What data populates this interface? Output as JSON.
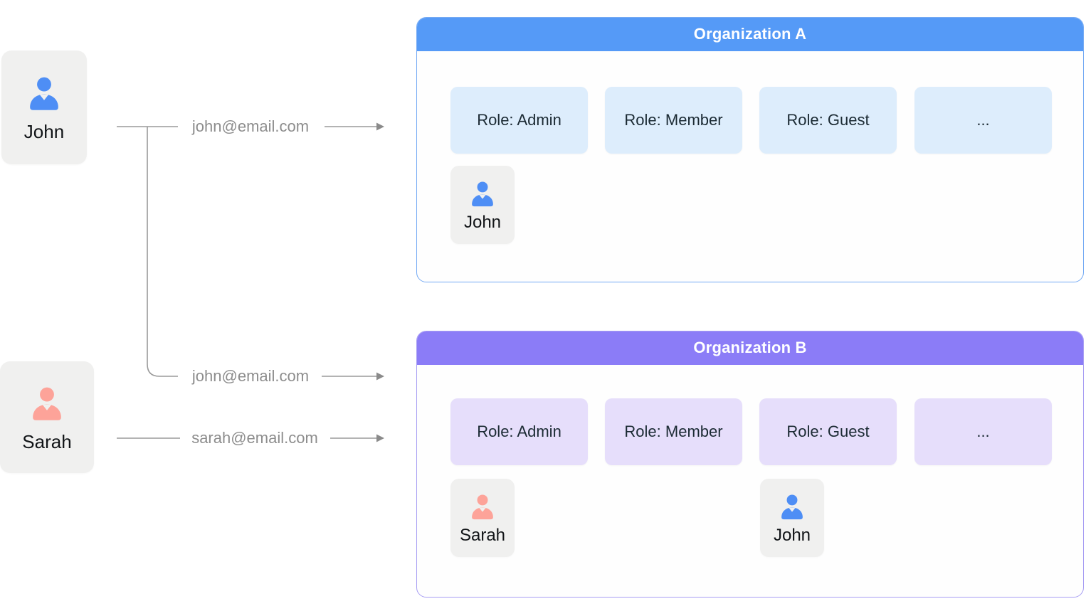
{
  "users": [
    {
      "name": "John",
      "icon": "person-icon",
      "icon_color": "#4e8ef5"
    },
    {
      "name": "Sarah",
      "icon": "person-icon",
      "icon_color": "#fda399"
    }
  ],
  "connections": [
    {
      "label": "john@email.com"
    },
    {
      "label": "john@email.com"
    },
    {
      "label": "sarah@email.com"
    }
  ],
  "connector_color": "#9a9a9a",
  "organizations": [
    {
      "title": "Organization A",
      "header_color": "#559af7",
      "border_color": "#74aaf4",
      "chip_color": "#ddedfc",
      "roles": [
        "Role: Admin",
        "Role: Member",
        "Role: Guest",
        "..."
      ],
      "members": [
        {
          "name": "John",
          "icon": "person-icon",
          "icon_color": "#4e8ef5"
        }
      ]
    },
    {
      "title": "Organization B",
      "header_color": "#8b7cf7",
      "border_color": "#a79df3",
      "chip_color": "#e6defb",
      "roles": [
        "Role: Admin",
        "Role: Member",
        "Role: Guest",
        "..."
      ],
      "members": [
        {
          "name": "Sarah",
          "icon": "person-icon",
          "icon_color": "#fda399"
        },
        {
          "name": "John",
          "icon": "person-icon",
          "icon_color": "#4e8ef5"
        }
      ]
    }
  ]
}
